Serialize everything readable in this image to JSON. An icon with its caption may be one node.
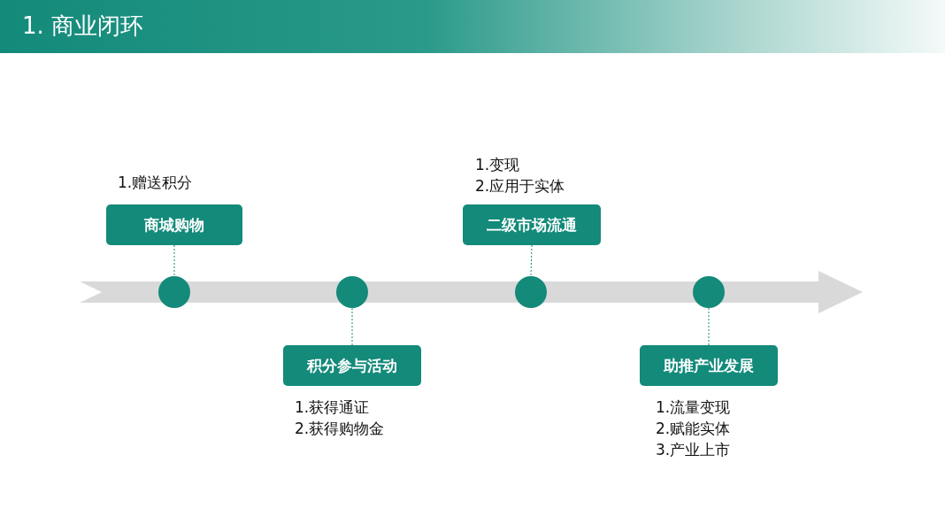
{
  "diagram": {
    "title": "1. 商业闭环",
    "nodes": [
      {
        "text": [],
        "shape": "circle"
      },
      {
        "text": [],
        "shape": "circle"
      },
      {
        "text": [],
        "shape": "circle"
      },
      {
        "text": [],
        "shape": "circle"
      },
      {
        "text": [
          "商城购物"
        ],
        "beside": [
          "1.赠送积分"
        ]
      },
      {
        "text": [
          "积分参与活动"
        ],
        "beside": [
          "1.获得通证",
          "2.获得购物金"
        ]
      },
      {
        "text": [
          "二级市场流通"
        ],
        "beside": [
          "1.变现",
          "2.应用于实体"
        ]
      },
      {
        "text": [
          "助推产业发展"
        ],
        "beside": [
          "1.流量变现",
          "2.赋能实体",
          "3.产业上市"
        ]
      }
    ],
    "edges": [
      {
        "from": 4,
        "to": 0,
        "arrow": "none",
        "style": "dashed"
      },
      {
        "from": 1,
        "to": 5,
        "arrow": "none",
        "style": "dashed"
      },
      {
        "from": 6,
        "to": 2,
        "arrow": "none",
        "style": "dashed"
      },
      {
        "from": 3,
        "to": 7,
        "arrow": "none",
        "style": "dashed"
      }
    ]
  }
}
